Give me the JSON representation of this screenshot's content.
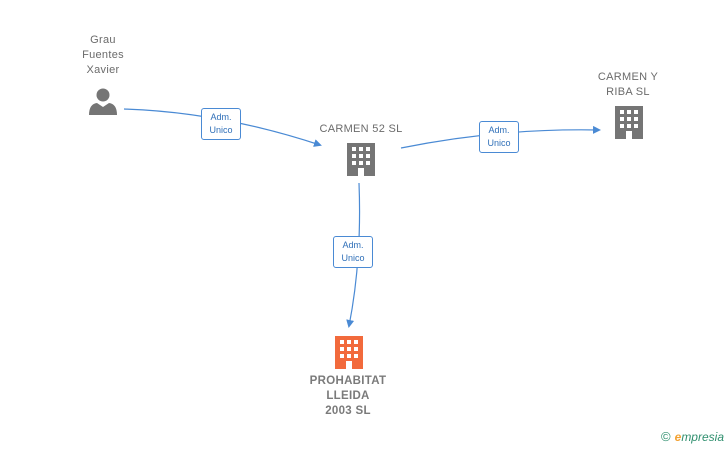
{
  "nodes": {
    "person": {
      "label_lines": [
        "Grau",
        "Fuentes",
        "Xavier"
      ],
      "icon": "person-icon"
    },
    "carmen52": {
      "label_lines": [
        "CARMEN 52 SL"
      ],
      "icon": "building-icon"
    },
    "carmenyriba": {
      "label_lines": [
        "CARMEN Y",
        "RIBA SL"
      ],
      "icon": "building-icon"
    },
    "prohabitat": {
      "label_lines": [
        "PROHABITAT",
        "LLEIDA",
        "2003 SL"
      ],
      "icon": "building-icon"
    }
  },
  "edges": [
    {
      "from": "person",
      "to": "carmen52",
      "label_lines": [
        "Adm.",
        "Unico"
      ]
    },
    {
      "from": "carmen52",
      "to": "carmenyriba",
      "label_lines": [
        "Adm.",
        "Unico"
      ]
    },
    {
      "from": "carmen52",
      "to": "prohabitat",
      "label_lines": [
        "Adm.",
        "Unico"
      ]
    }
  ],
  "colors": {
    "edge": "#4a8ad4",
    "icon": "#757575",
    "highlight": "#f26a3c"
  },
  "watermark": {
    "symbol": "©",
    "brand_initial": "e",
    "brand_rest": "mpresia"
  }
}
